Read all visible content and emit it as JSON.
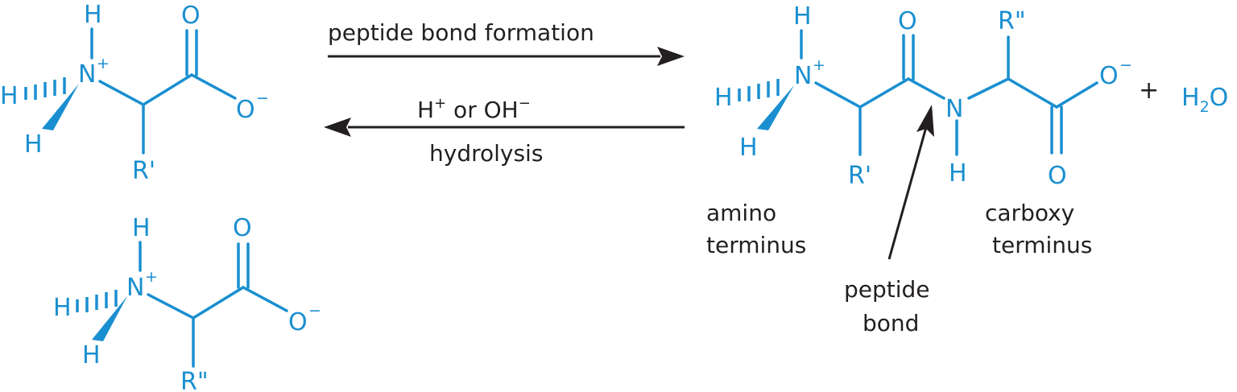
{
  "colors": {
    "structure": "#1a8fd0",
    "text": "#231f20",
    "background": "#ffffff"
  },
  "atoms": {
    "H": "H",
    "N": "N",
    "O": "O",
    "plus": "+",
    "minus": "−",
    "r_prime": "R'",
    "r_double_prime": "R\"",
    "water_h": "H",
    "water_sub": "2",
    "water_o": "O",
    "plus_sign": "+"
  },
  "reaction": {
    "forward_label": "peptide bond formation",
    "reverse_label_h": "H",
    "reverse_label_plus": "+",
    "reverse_label_mid": " or OH",
    "reverse_label_minus": "−",
    "reverse_label_bottom": "hydrolysis"
  },
  "annotations": {
    "amino_line1": "amino",
    "amino_line2": "terminus",
    "carboxy_line1": "carboxy",
    "carboxy_line2": "terminus",
    "peptide_line1": "peptide",
    "peptide_line2": "bond"
  }
}
